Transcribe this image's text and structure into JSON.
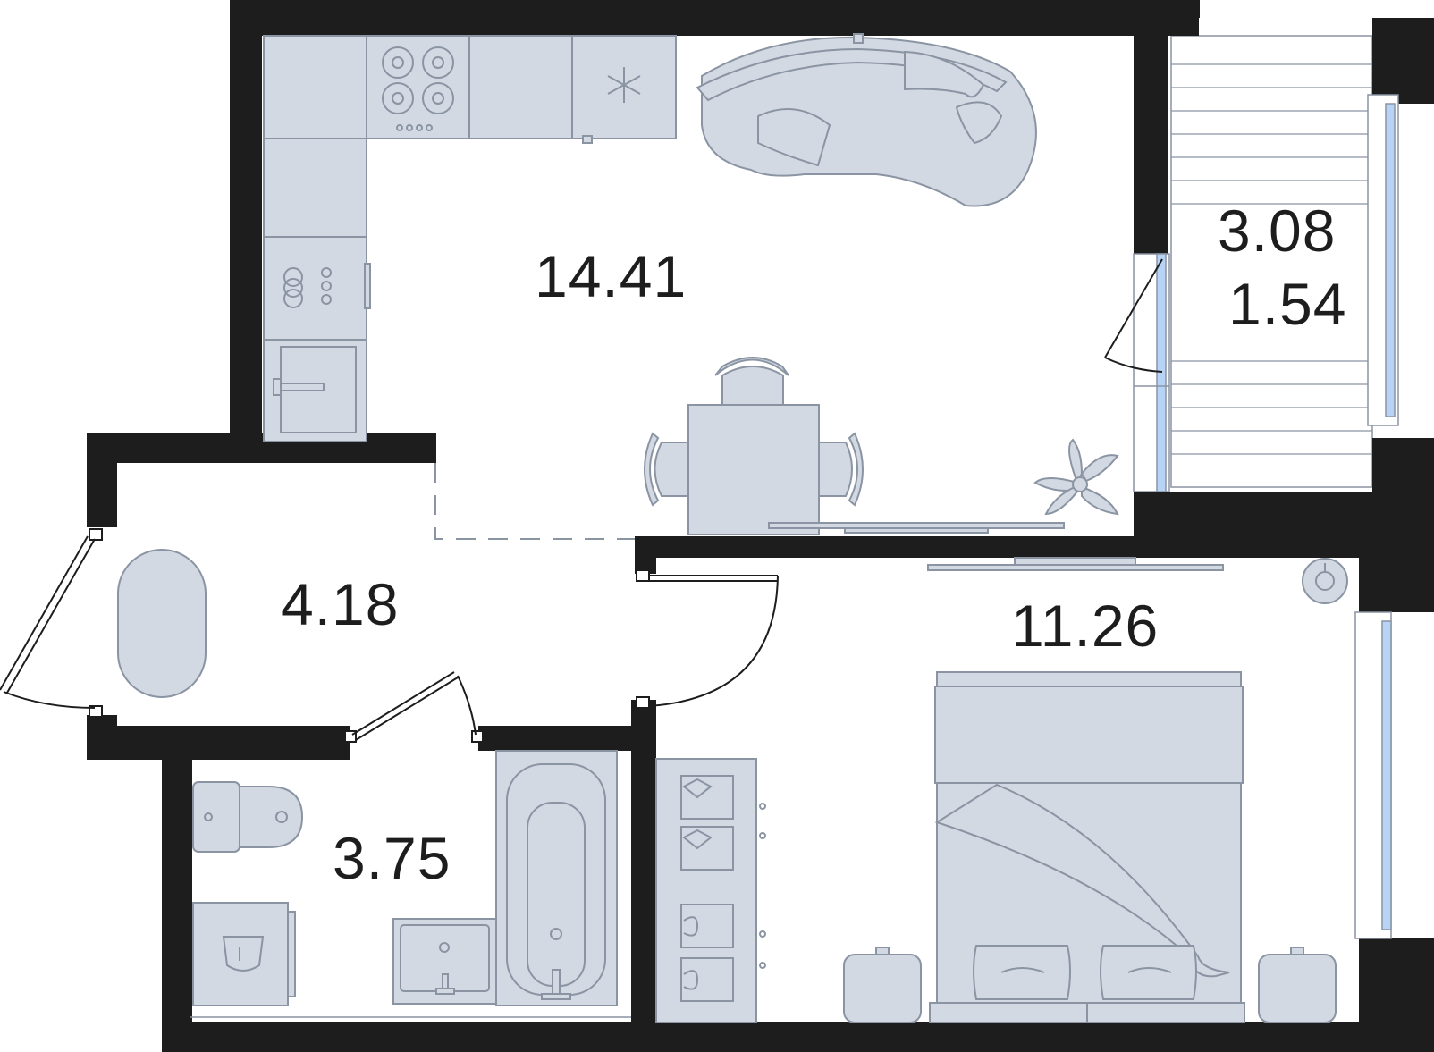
{
  "plan": {
    "rooms": [
      {
        "id": "kitchen-living",
        "area": "14.41"
      },
      {
        "id": "balcony",
        "area": "3.08",
        "area_secondary": "1.54"
      },
      {
        "id": "hallway",
        "area": "4.18"
      },
      {
        "id": "bedroom",
        "area": "11.26"
      },
      {
        "id": "bathroom",
        "area": "3.75"
      }
    ],
    "colors": {
      "wall": "#1d1d1d",
      "furniture_fill": "#d3d9e3",
      "furniture_stroke": "#8a94a3",
      "window_glass": "#b7d3f5",
      "background": "#ffffff"
    }
  }
}
